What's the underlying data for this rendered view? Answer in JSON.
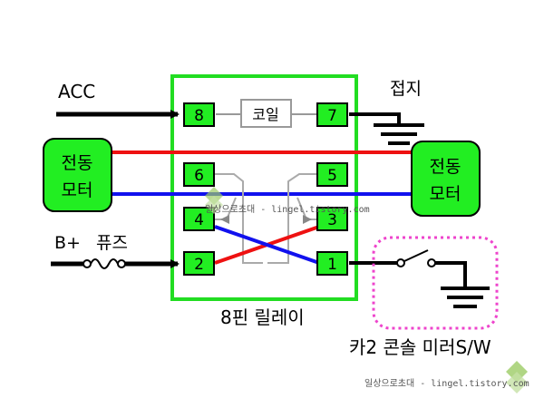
{
  "labels": {
    "acc": "ACC",
    "ground": "접지",
    "b_plus": "B+",
    "fuse": "퓨즈",
    "coil": "코일",
    "relay": "8핀 릴레이",
    "switch": "카2 콘솔 미러S/W",
    "motor_left_line1": "전동",
    "motor_left_line2": "모터",
    "motor_right_line1": "전동",
    "motor_right_line2": "모터"
  },
  "pins": {
    "p8": "8",
    "p7": "7",
    "p6": "6",
    "p5": "5",
    "p4": "4",
    "p3": "3",
    "p2": "2",
    "p1": "1"
  },
  "watermark": {
    "center": "일상으로초대 - lingel.tistory.com",
    "bottom": "일상으로초대 - lingel.tistory.com"
  },
  "colors": {
    "relay_border": "#22dd22",
    "pin_fill": "#22ee22",
    "motor_fill": "#22ee22",
    "wire_red": "#ee1111",
    "wire_blue": "#1111ee",
    "switch_outline": "#ee44cc",
    "internal_wire": "#aaaaaa"
  }
}
